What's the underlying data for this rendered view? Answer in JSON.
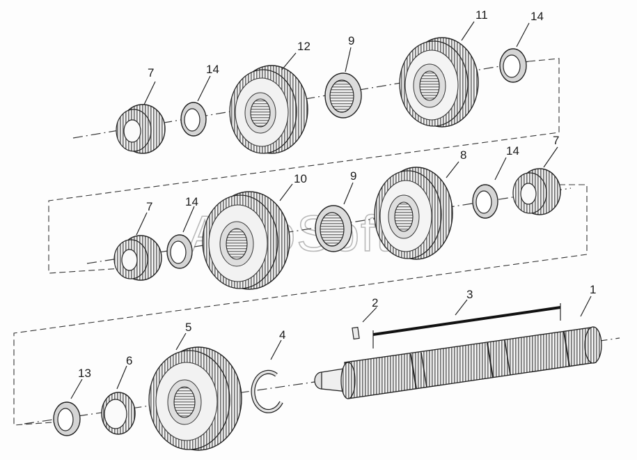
{
  "watermark": "AutoSoft",
  "callouts": {
    "n1": "1",
    "n2": "2",
    "n3": "3",
    "n4": "4",
    "n5": "5",
    "n6": "6",
    "n7": "7",
    "n8": "8",
    "n9": "9",
    "n10": "10",
    "n11": "11",
    "n12": "12",
    "n13": "13",
    "n14": "14"
  },
  "colors": {
    "ink": "#222222",
    "shade": "#9a9a9a",
    "light": "#d8d8d8"
  }
}
